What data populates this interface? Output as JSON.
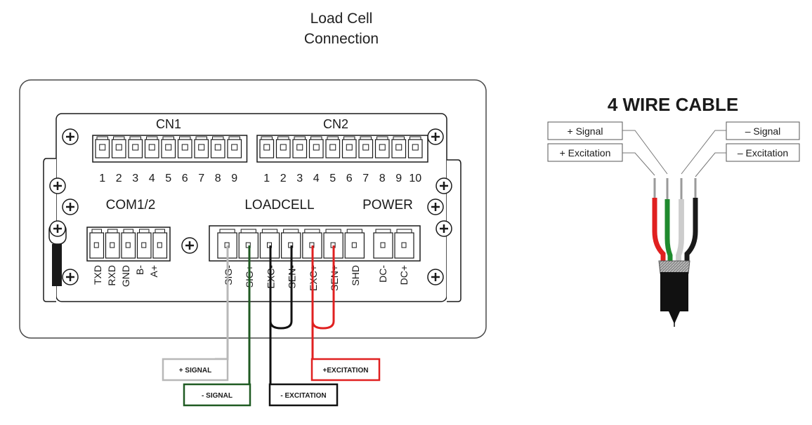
{
  "title": {
    "line1": "Load Cell",
    "line2": "Connection"
  },
  "device": {
    "cn1_label": "CN1",
    "cn2_label": "CN2",
    "cn1_pins": [
      "1",
      "2",
      "3",
      "4",
      "5",
      "6",
      "7",
      "8",
      "9"
    ],
    "cn2_pins": [
      "1",
      "2",
      "3",
      "4",
      "5",
      "6",
      "7",
      "8",
      "9",
      "10"
    ],
    "com_label": "COM1/2",
    "loadcell_label": "LOADCELL",
    "power_label": "POWER",
    "com_terminals": [
      "TXD",
      "RXD",
      "GND",
      "B-",
      "A+"
    ],
    "loadcell_terminals": [
      "SIG-",
      "SIG+",
      "EXC-",
      "SEN-",
      "EXC+",
      "SEN+",
      "SHD"
    ],
    "power_terminals": [
      "DC-",
      "DC+"
    ]
  },
  "wiring_labels": {
    "plus_signal": "+ SIGNAL",
    "minus_signal": "- SIGNAL",
    "minus_excitation": "- EXCITATION",
    "plus_excitation": "+EXCITATION"
  },
  "wire_colors": {
    "white": "#b8b8b8",
    "green": "#1f5a22",
    "black": "#111111",
    "red": "#e02020"
  },
  "cable": {
    "title": "4 WIRE CABLE",
    "plus_signal": "+ Signal",
    "plus_excitation": "+ Excitation",
    "minus_signal": "– Signal",
    "minus_excitation": "– Excitation"
  }
}
